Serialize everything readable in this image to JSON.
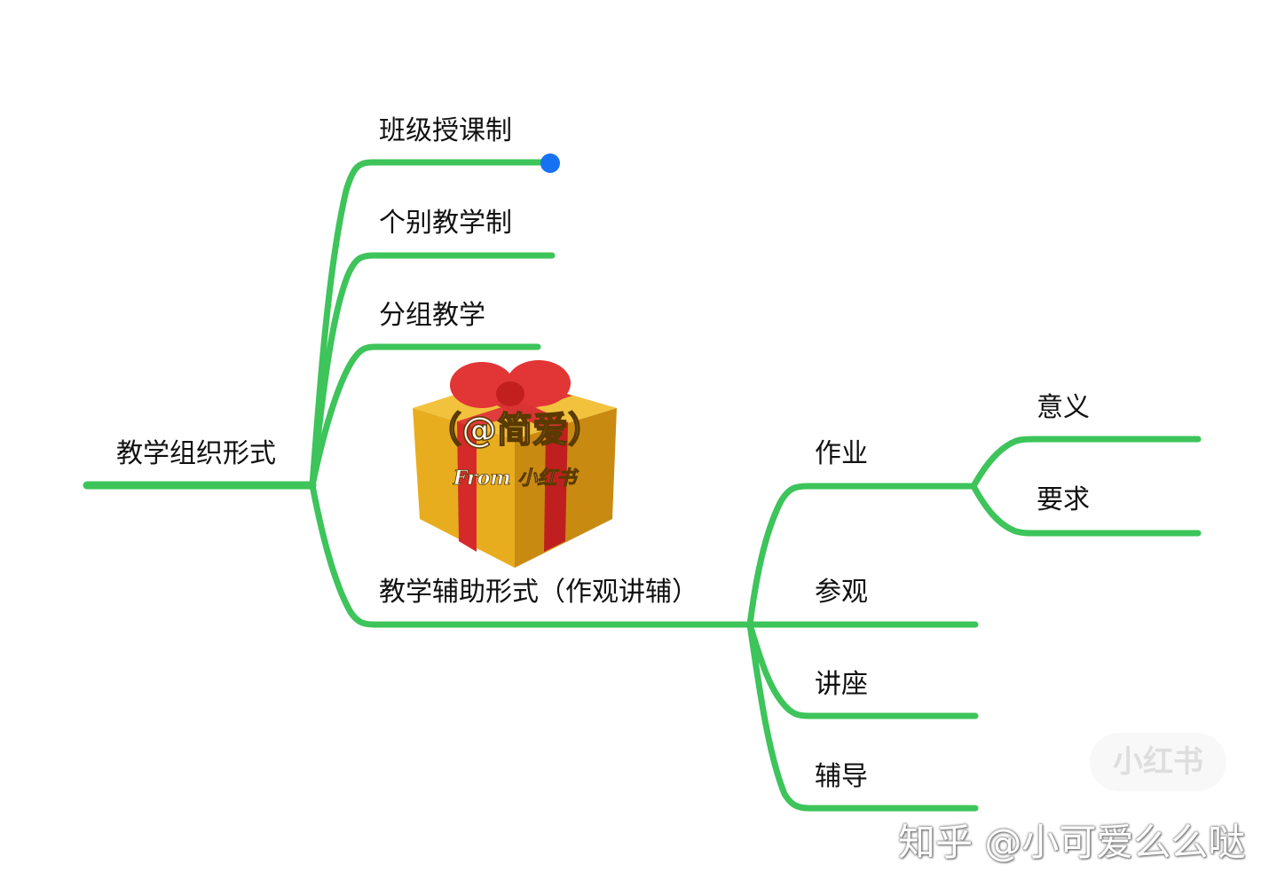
{
  "colors": {
    "branch": "#3dc45a",
    "selection_dot": "#1672f2",
    "ribbon": "#d42a2a",
    "box": "#e2a51c"
  },
  "mindmap": {
    "root": "教学组织形式",
    "branches": {
      "class_system": "班级授课制",
      "individual": "个别教学制",
      "group": "分组教学",
      "auxiliary": "教学辅助形式（作观讲辅）"
    },
    "auxiliary_children": {
      "homework": "作业",
      "visit": "参观",
      "lecture": "讲座",
      "tutoring": "辅导"
    },
    "homework_children": {
      "meaning": "意义",
      "requirement": "要求"
    }
  },
  "sticker": {
    "icon": "gift-box-icon",
    "handle": "（@简爱）",
    "from_text": "From 小红书"
  },
  "watermarks": {
    "xhs_badge": "小红书",
    "zhihu": "知乎 @小可爱么么哒"
  }
}
